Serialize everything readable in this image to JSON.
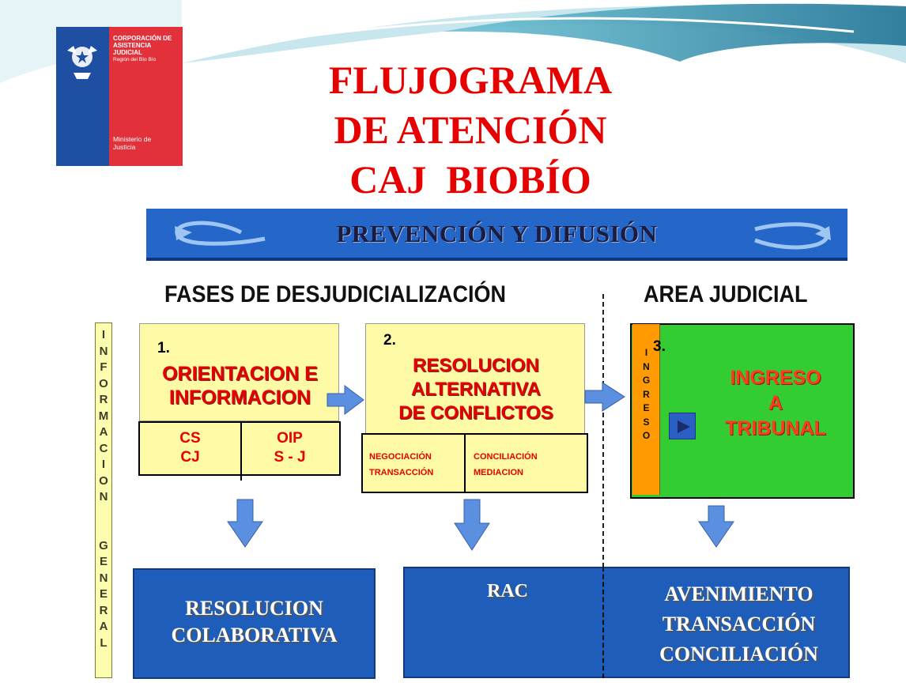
{
  "logo": {
    "org_lines": [
      "CORPORACIÓN DE",
      "ASISTENCIA",
      "JUDICIAL"
    ],
    "region": "Región del Bío Bío",
    "ministry_lines": [
      "Ministerio de",
      "Justicia"
    ]
  },
  "title_lines": [
    "FLUJOGRAMA",
    "DE ATENCIÓN",
    "CAJ  BIOBÍO"
  ],
  "banner": "PREVENCIÓN Y DIFUSIÓN",
  "sections": {
    "left": "FASES DE DESJUDICIALIZACIÓN",
    "right": "AREA JUDICIAL"
  },
  "side_strip": "INFORMACION  GENERAL",
  "phases": [
    {
      "number": "1.",
      "title_lines": [
        "ORIENTACION E",
        "INFORMACION"
      ],
      "sub": [
        {
          "lines": [
            "CS",
            "CJ"
          ]
        },
        {
          "lines": [
            "OIP",
            "S - J"
          ]
        }
      ]
    },
    {
      "number": "2.",
      "title_lines": [
        "RESOLUCION",
        "ALTERNATIVA",
        "DE CONFLICTOS"
      ],
      "sub": [
        {
          "lines": [
            "NEGOCIACIÓN",
            "TRANSACCIÓN"
          ]
        },
        {
          "lines": [
            "CONCILIACIÓN",
            "MEDIACION"
          ]
        }
      ]
    },
    {
      "number": "3.",
      "side_label": "INGRESO",
      "title_lines": [
        "INGRESO",
        "A",
        "TRIBUNAL"
      ]
    }
  ],
  "results": {
    "left_lines": [
      "RESOLUCION",
      "COLABORATIVA"
    ],
    "middle": "RAC",
    "right_lines": [
      "AVENIMIENTO",
      "TRANSACCIÓN",
      "CONCILIACIÓN"
    ]
  },
  "colors": {
    "title_red": "#e60000",
    "banner_blue": "#2467c9",
    "phase_yellow": "#fffaa6",
    "tribunal_green": "#33cc33",
    "ingreso_orange": "#ff9a00",
    "result_blue": "#1f5dbb",
    "arrow_blue": "#5b8fe0"
  }
}
